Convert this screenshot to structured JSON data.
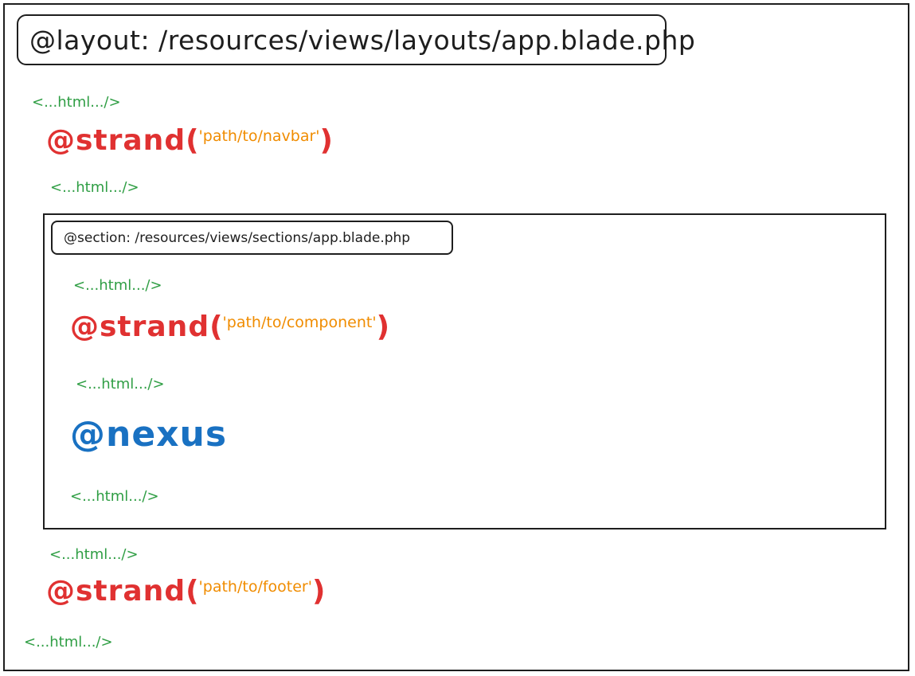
{
  "layout": {
    "label": "@layout: /resources/views/layouts/app.blade.php"
  },
  "section": {
    "label": "@section: /resources/views/sections/app.blade.php"
  },
  "html_placeholder": "<...html.../>",
  "strands": {
    "keyword": "@strand",
    "open_paren": "(",
    "close_paren": ")",
    "navbar": "'path/to/navbar'",
    "component": "'path/to/component'",
    "footer": "'path/to/footer'"
  },
  "nexus": {
    "keyword": "@nexus"
  },
  "colors": {
    "html": "#2f9e44",
    "strand": "#e03131",
    "path": "#f08c00",
    "nexus": "#1971c2",
    "stroke": "#1e1e1e"
  }
}
